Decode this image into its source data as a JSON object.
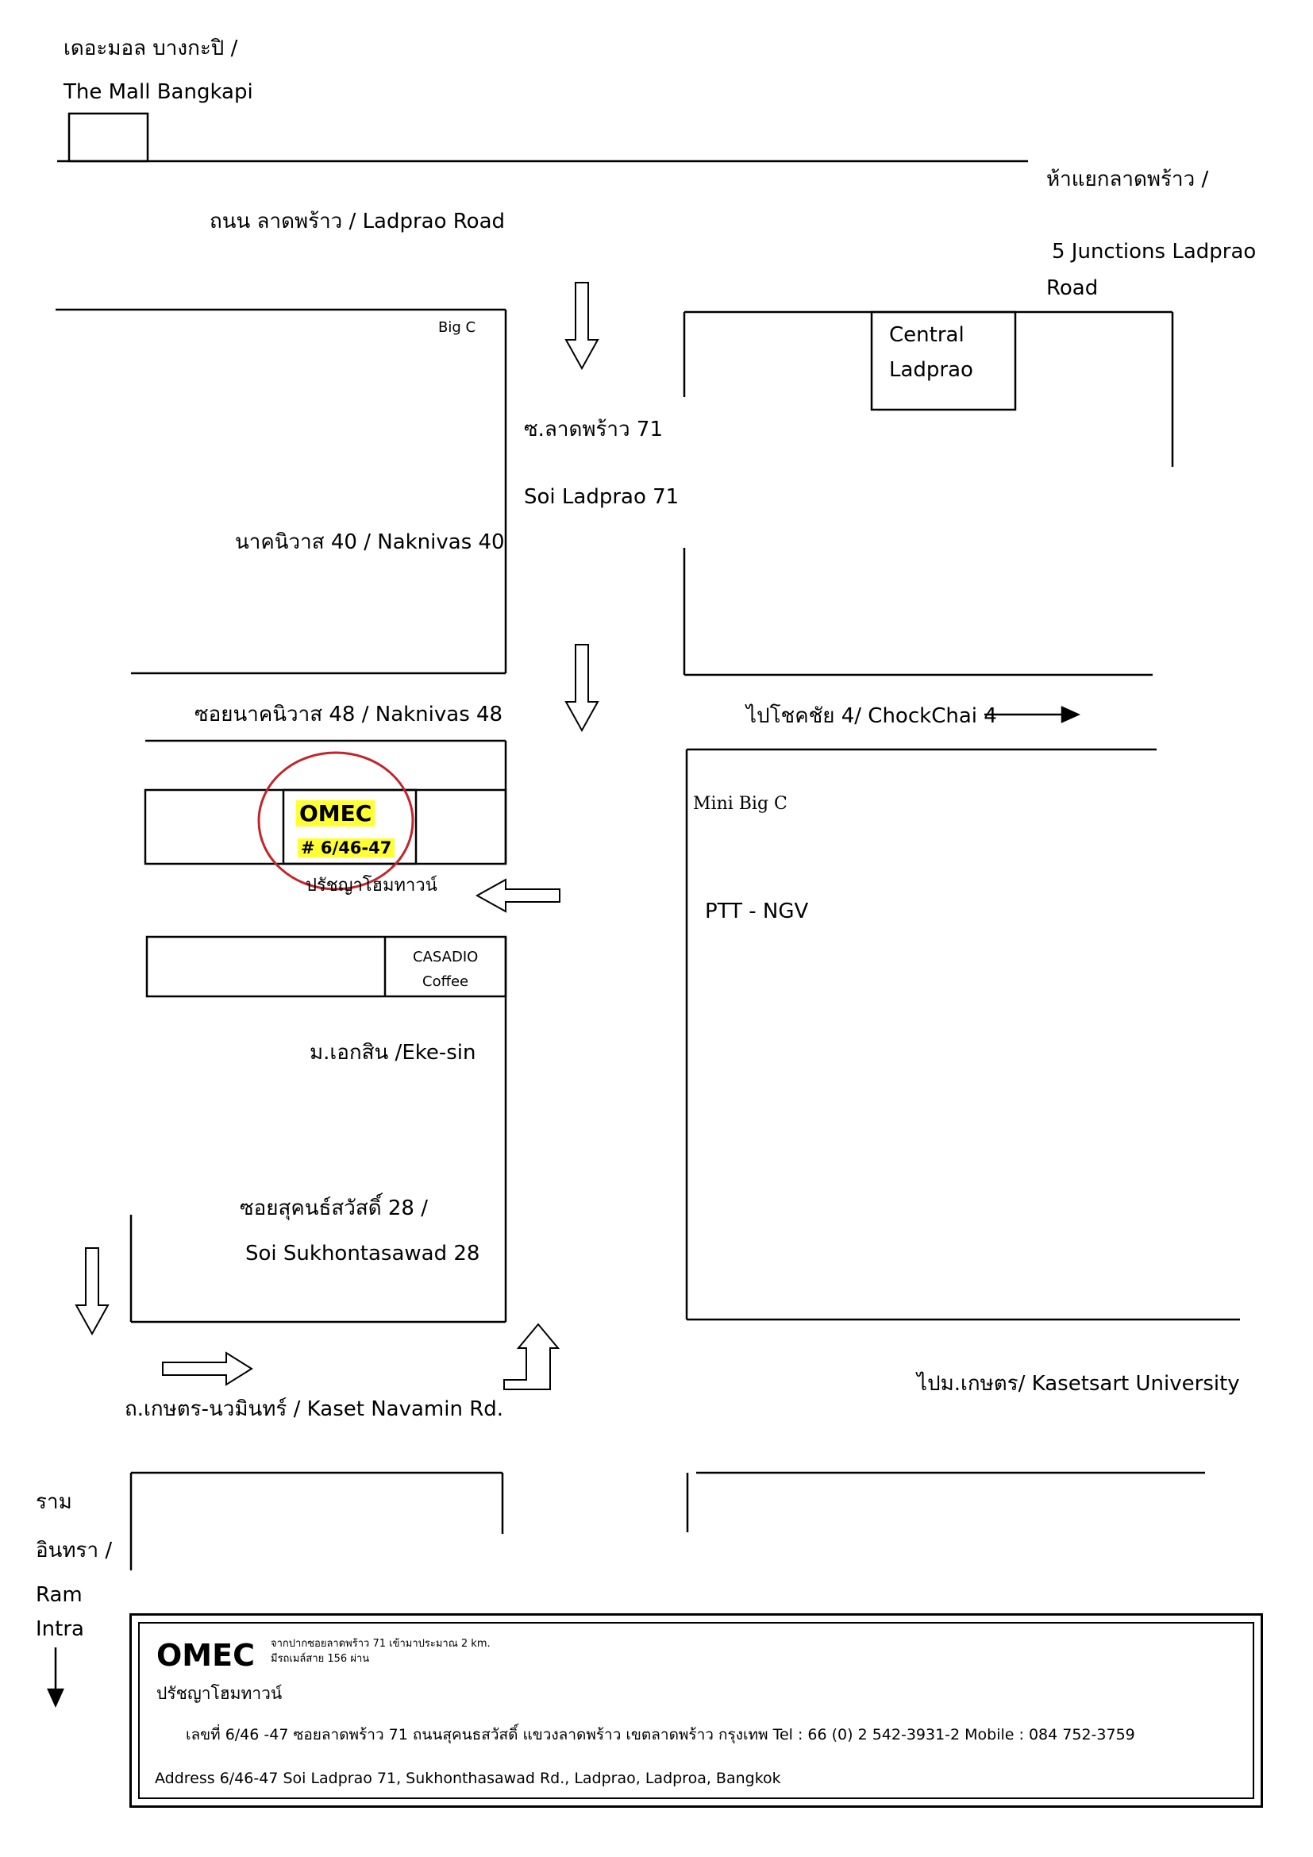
{
  "labels": {
    "mall_th": "เดอะมอล บางกะปิ /",
    "mall_en": "The Mall Bangkapi",
    "junction_th": "ห้าแยกลาดพร้าว /",
    "junction_en1": "5 Junctions Ladprao",
    "junction_en2": "Road",
    "ladprao_road": "ถนน  ลาดพร้าว  / Ladprao Road",
    "big_c": "Big C",
    "central_1": "Central",
    "central_2": "Ladprao",
    "soi71_th": "ซ.ลาดพร้าว 71",
    "soi71_en": "Soi Ladprao 71",
    "naknivas40": "นาคนิวาส 40 / Naknivas 40",
    "naknivas48": "ซอยนาคนิวาส 48 / Naknivas 48",
    "chockchai": "ไปโชคชัย 4/ ChockChai 4",
    "mini_big_c": "Mini Big C",
    "omec": "OMEC",
    "omec_number": "# 6/46-47",
    "omec_th": "ปรัชญาโฮมทาวน์",
    "ptt": "PTT - NGV",
    "casadio_1": "CASADIO",
    "casadio_2": "Coffee",
    "eke_sin": "ม.เอกสิน /Eke-sin",
    "sukhon_th": "ซอยสุคนธ์สวัสดิ์ 28 /",
    "sukhon_en": "Soi Sukhontasawad 28",
    "kaset_navamin": "ถ.เกษตร-นวมินทร์ / Kaset Navamin Rd.",
    "kasetsart": "ไปม.เกษตร/ Kasetsart University",
    "ram1": "ราม",
    "ram2": "อินทรา /",
    "ram3": "Ram",
    "ram4": "Intra"
  },
  "info": {
    "title": "OMEC",
    "note1": "จากปากซอยลาดพร้าว 71 เข้ามาประมาณ 2  km.",
    "note2": "มีรถเมล์สาย 156 ผ่าน",
    "name_th": "ปรัชญาโฮมทาวน์",
    "address_th": "เลขที่ 6/46 -47 ซอยลาดพร้าว 71 ถนนสุคนธสวัสดิ์ แขวงลาดพร้าว เขตลาดพร้าว กรุงเทพ Tel  : 66 (0) 2 542-3931-2  Mobile : 084 752-3759",
    "address_en": "Address  6/46-47 Soi Ladprao 71, Sukhonthasawad Rd., Ladprao, Ladproa, Bangkok"
  },
  "colors": {
    "highlight": "#ffff33",
    "circle": "#c0262b"
  },
  "icons": [
    "arrow-down-icon",
    "arrow-left-icon",
    "arrow-right-icon",
    "arrow-turn-up-icon"
  ]
}
